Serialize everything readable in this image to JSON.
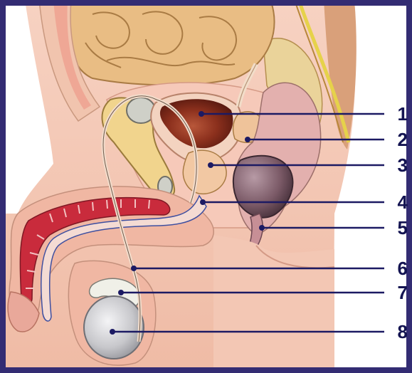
{
  "labels": [
    "1",
    "2",
    "3",
    "4",
    "5",
    "6",
    "7",
    "8"
  ],
  "colors": {
    "frame": "#332c73",
    "leader_line": "#1c1a63",
    "skin": "#f3c7b4",
    "muscle": "#f0a494",
    "intestine": "#e8b980",
    "bone": "#f1d48d",
    "bladder": "#7d2a1a",
    "rectum": "#7a5966",
    "erectile_tissue": "#c92b3c",
    "testis": "#c6c6c8",
    "vas_deferens": "#f2dccb"
  }
}
